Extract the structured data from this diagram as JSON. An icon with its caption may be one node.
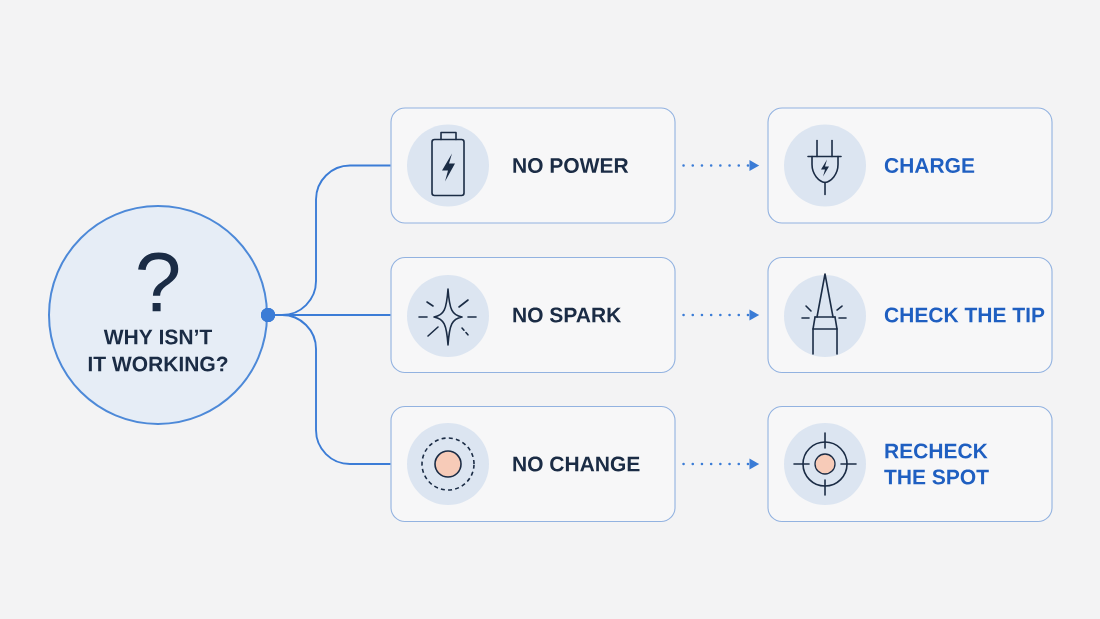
{
  "diagram": {
    "nodes": [
      {
        "text": [
          "?",
          "WHY ISN’T IT WORKING?"
        ]
      },
      {
        "text": [
          "NO POWER"
        ]
      },
      {
        "text": [
          "CHARGE"
        ]
      },
      {
        "text": [
          "NO SPARK"
        ]
      },
      {
        "text": [
          "CHECK THE TIP"
        ]
      },
      {
        "text": [
          "NO CHANGE"
        ]
      },
      {
        "text": [
          "RECHECK THE SPOT"
        ]
      }
    ],
    "edges": [
      {
        "from": 0,
        "to": 1,
        "arrow": "other"
      },
      {
        "from": 0,
        "to": 3,
        "arrow": "other"
      },
      {
        "from": 0,
        "to": 5,
        "arrow": "other"
      },
      {
        "from": 1,
        "to": 2,
        "arrow": "to",
        "style": "dashed"
      },
      {
        "from": 3,
        "to": 4,
        "arrow": "to",
        "style": "dashed"
      },
      {
        "from": 5,
        "to": 6,
        "arrow": "to",
        "style": "dashed"
      }
    ]
  }
}
